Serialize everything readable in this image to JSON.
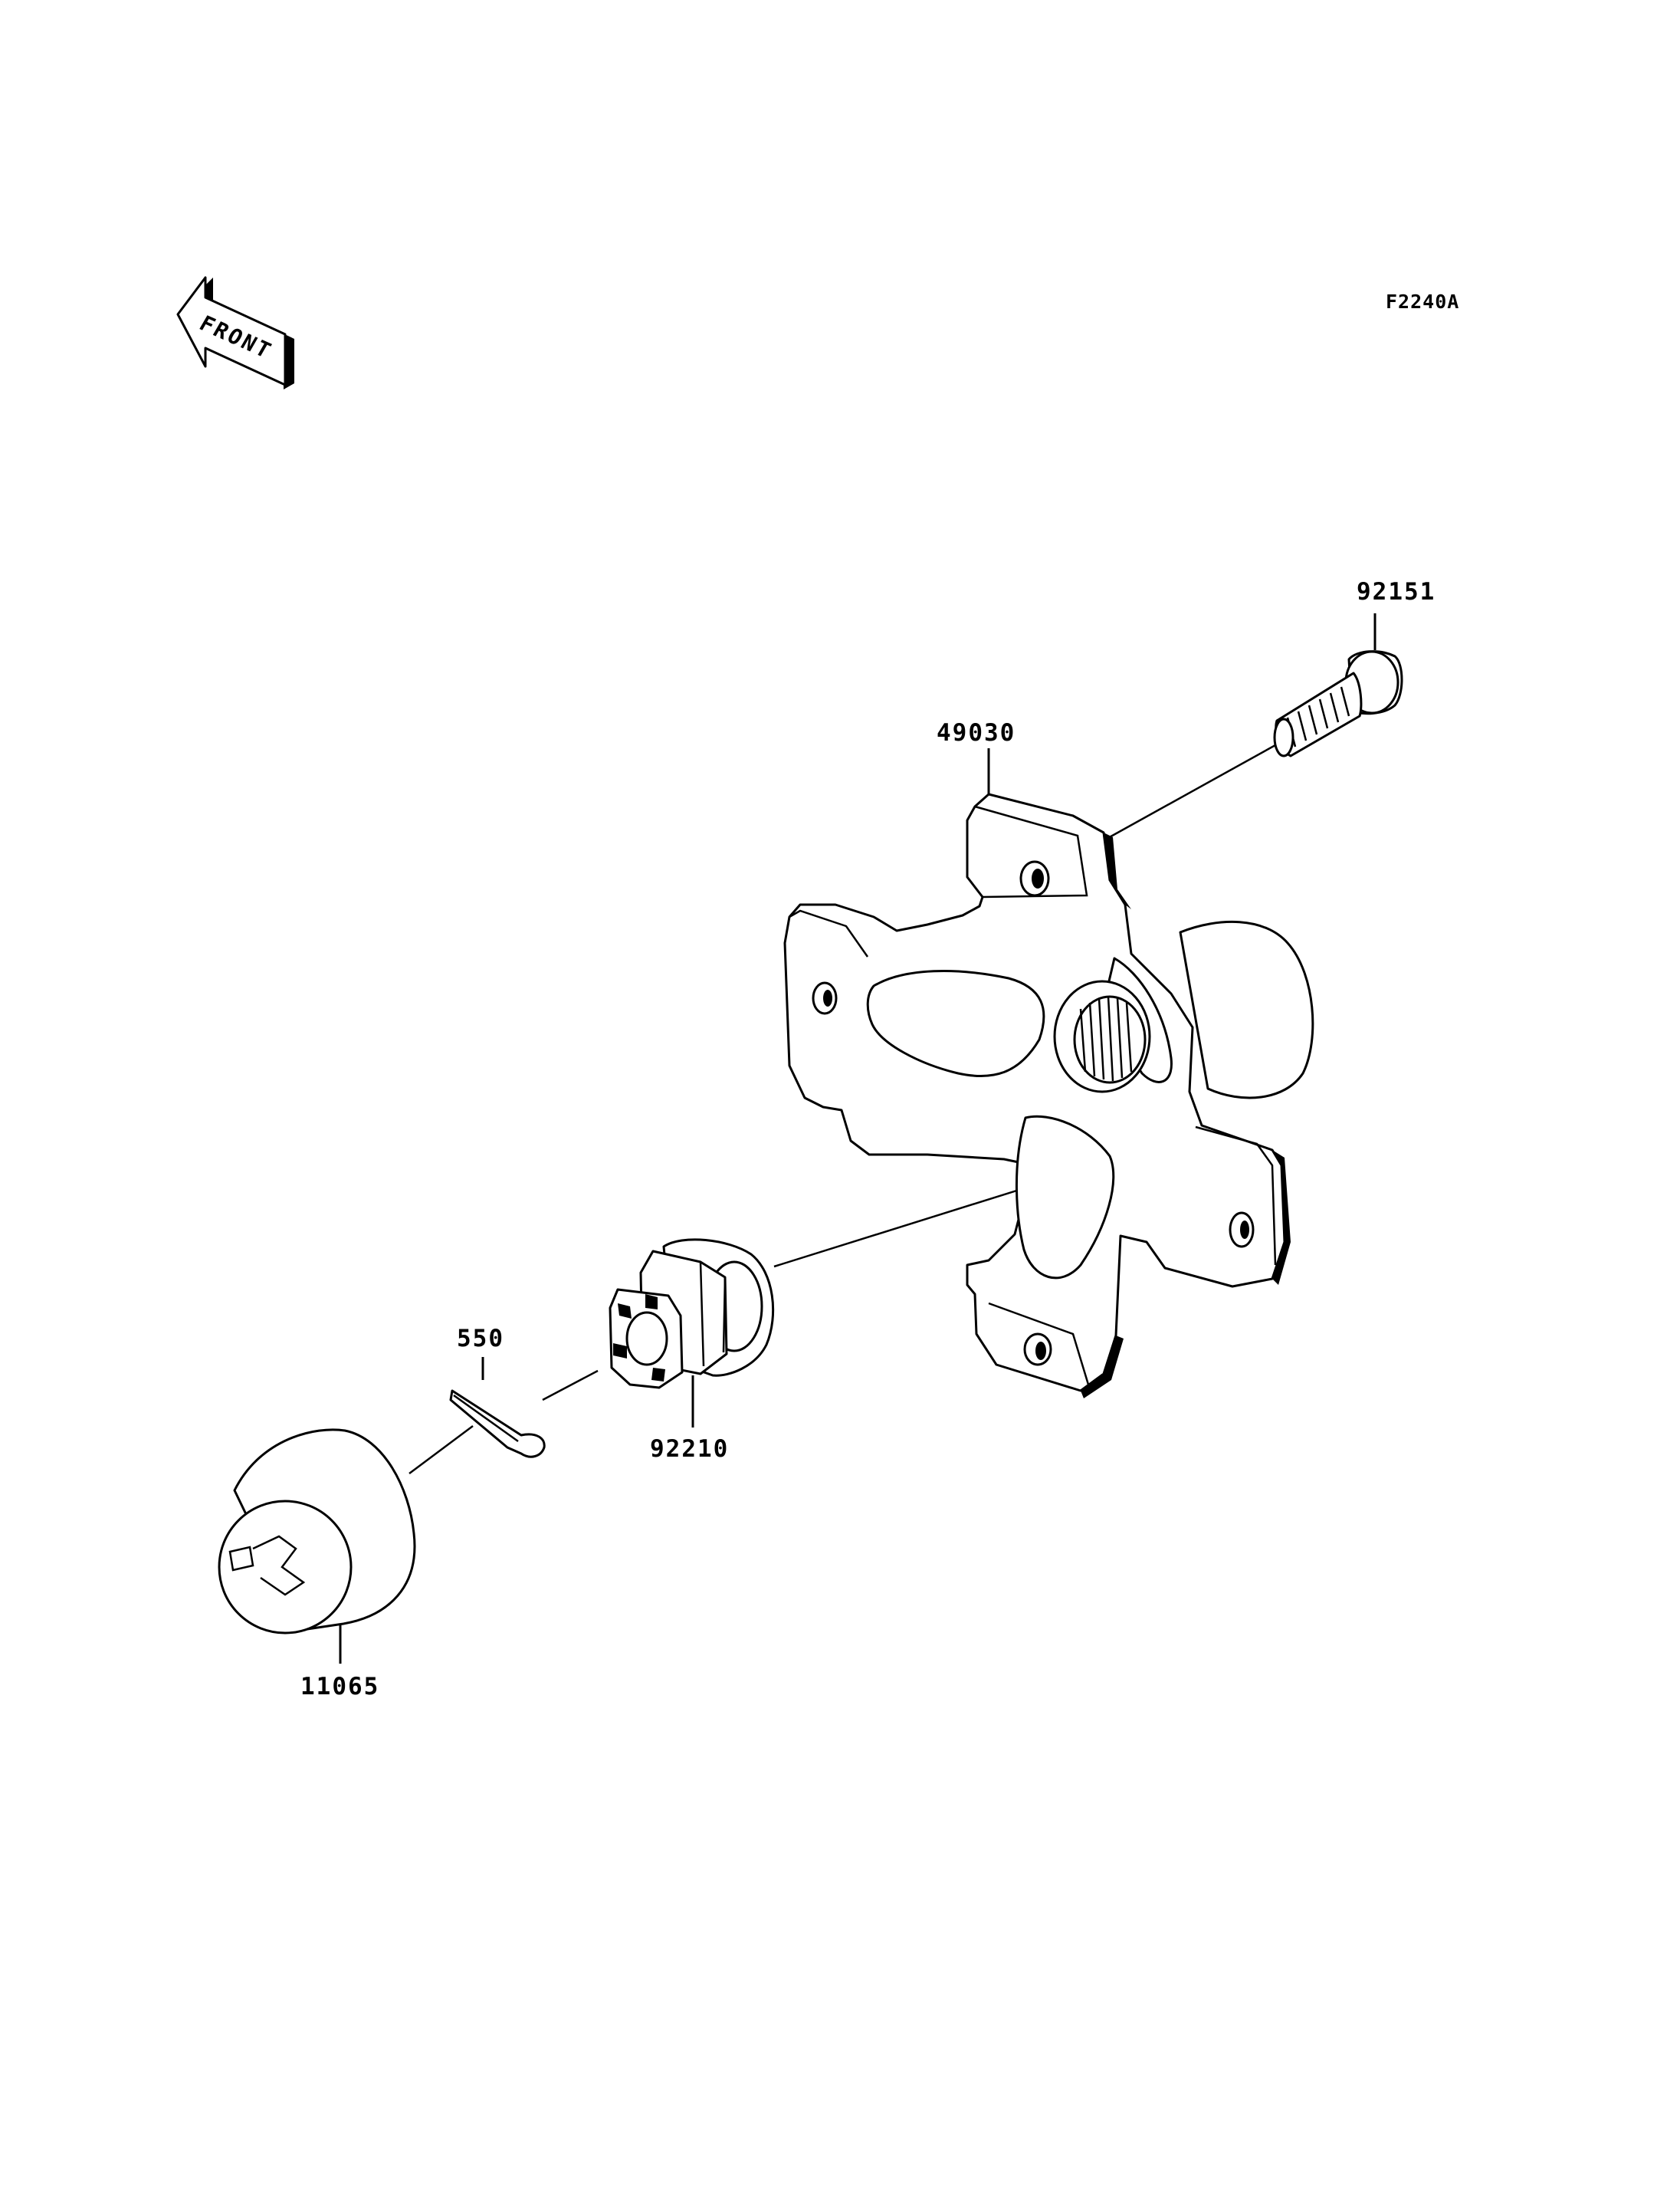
{
  "figure_code": "F2240A",
  "front_label": "FRONT",
  "parts": [
    {
      "id": "p-92151",
      "number": "92151"
    },
    {
      "id": "p-49030",
      "number": "49030"
    },
    {
      "id": "p-550",
      "number": "550"
    },
    {
      "id": "p-92210",
      "number": "92210"
    },
    {
      "id": "p-11065",
      "number": "11065"
    }
  ]
}
